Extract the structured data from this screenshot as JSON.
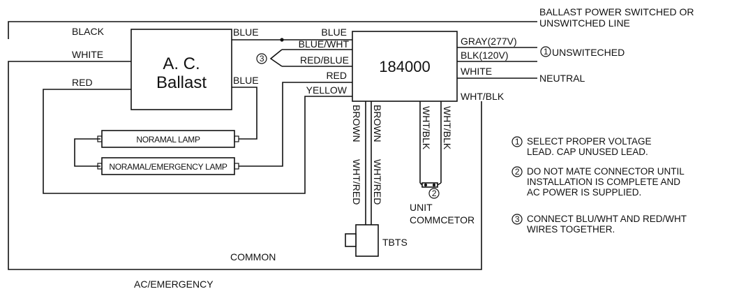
{
  "diagram": {
    "components": {
      "ballast_line1": "A. C.",
      "ballast_line2": "Ballast",
      "module": "184000",
      "normal_lamp": "NORAMAL LAMP",
      "emergency_lamp": "NORAMAL/EMERGENCY LAMP",
      "tbts": "TBTS"
    },
    "wires": {
      "black": "BLACK",
      "white": "WHITE",
      "red": "RED",
      "blue_ballast_top": "BLUE",
      "blue_ballast_right": "BLUE",
      "blue": "BLUE",
      "blue_wht": "BLUE/WHT",
      "red_blue": "RED/BLUE",
      "red_module": "RED",
      "yellow": "YELLOW",
      "gray_277": "GRAY(277V)",
      "blk_120": "BLK(120V)",
      "white_module": "WHITE",
      "wht_blk": "WHT/BLK",
      "brown_1": "BROWN",
      "brown_2": "BROWN",
      "wht_red_1": "WHT/RED",
      "wht_red_2": "WHT/RED",
      "wht_blk_1": "WHT/BLK",
      "wht_blk_2": "WHT/BLK"
    },
    "labels": {
      "power_line_1": "BALLAST POWER SWITCHED OR",
      "power_line_2": "UNSWITCHED LINE",
      "unswitched": "UNSWITECHED",
      "neutral": "NEUTRAL",
      "unit_1": "UNIT",
      "unit_2": "COMMCETOR",
      "common": "COMMON",
      "ac_emergency": "AC/EMERGENCY"
    },
    "markers": {
      "m1": "1",
      "m2": "2",
      "m3": "3"
    },
    "notes": [
      {
        "marker": "1",
        "lines": [
          "SELECT PROPER VOLTAGE",
          "LEAD. CAP UNUSED LEAD."
        ]
      },
      {
        "marker": "2",
        "lines": [
          "DO NOT MATE CONNECTOR UNTIL",
          "INSTALLATION IS COMPLETE AND",
          "AC POWER IS SUPPLIED."
        ]
      },
      {
        "marker": "3",
        "lines": [
          "CONNECT BLU/WHT AND RED/WHT",
          "WIRES TOGETHER."
        ]
      }
    ]
  }
}
